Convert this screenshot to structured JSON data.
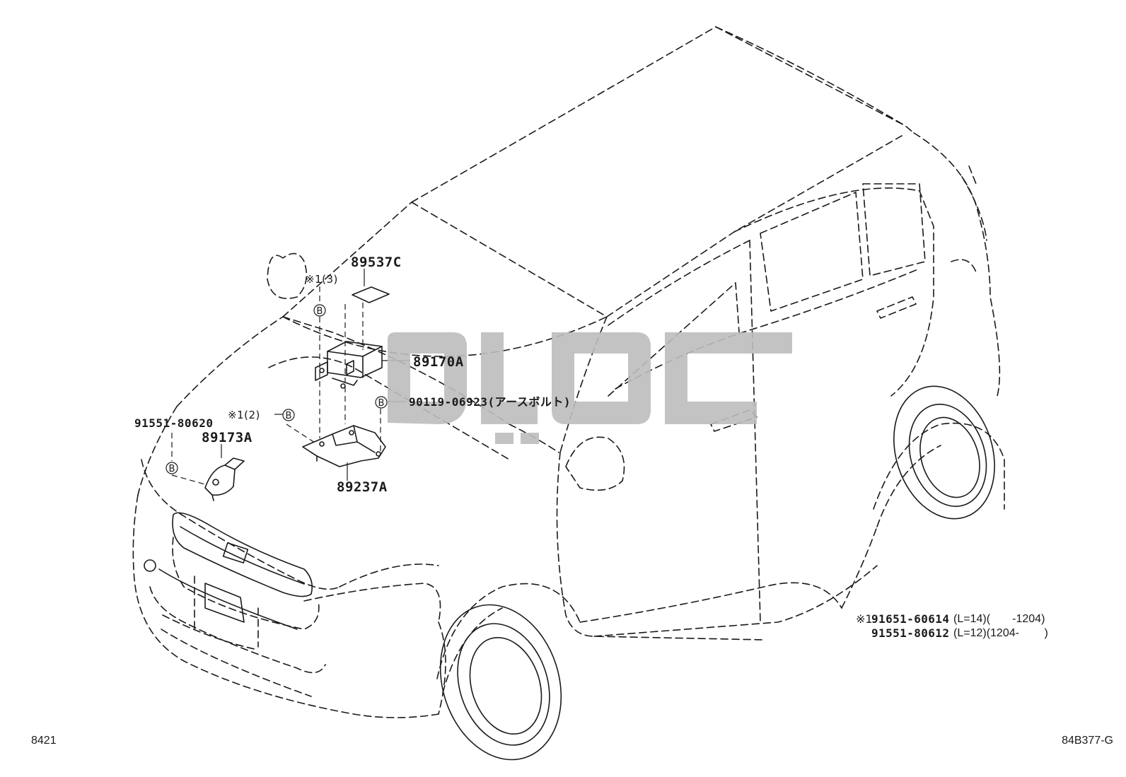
{
  "parts": {
    "p89537C": "89537C",
    "p89170A": "89170A",
    "p89237A": "89237A",
    "p89173A": "89173A",
    "p91551_80620": "91551-80620",
    "p90119": "90119-06923(アースボルト)"
  },
  "refs": {
    "bolt_marker": "B",
    "star1_3": "※1(3)",
    "star1_2": "※1(2)"
  },
  "note": {
    "marker": "※1",
    "row1_part": "91651-60614",
    "row1_detail": "(L=14)(       -1204)",
    "row2_part": "91551-80612",
    "row2_detail": "(L=12)(1204-        )"
  },
  "corner": {
    "page_code": "8421",
    "diagram_code": "84B377-G"
  },
  "colors": {
    "line": "#1a1a1a",
    "watermark": "#bdbdbd"
  },
  "icons": {
    "bolt_marker": "circled-letter-b",
    "watermark": "arabic-brand-watermark"
  }
}
